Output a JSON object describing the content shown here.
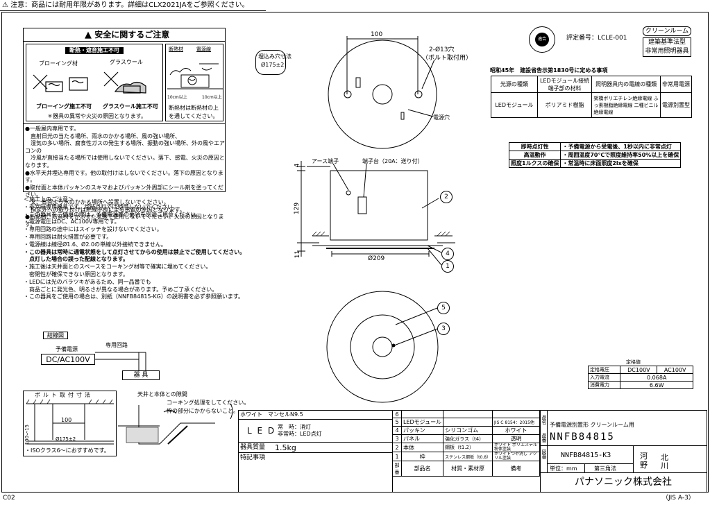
{
  "header": {
    "notice": "⚠ 注意：商品には耐用年限があります。詳細はCLX2021JAをご参照ください。"
  },
  "safety": {
    "title": "安全に関するご注意",
    "warning_label": "断熱・遮音施工不可",
    "blowing_label": "ブローイング材",
    "glasswool_label": "グラスウール",
    "blowing_ng": "ブローイング施工不可",
    "glasswool_ng": "グラスウール施工不可",
    "note": "＊器具の異常や火災の原因となります。",
    "insulation_label": "断熱材",
    "power_label": "電源線",
    "insulation_note1": "断熱材は断熱材の上",
    "insulation_note2": "を通してください。",
    "dim1": "10cm以上",
    "dim2": "10cm以上",
    "lines": [
      "●一般屋内専用です。",
      "　直射日光の当たる場所、雨水のかかる場所、風の強い場所、",
      "　湿気の多い場所、腐食性ガスの発生する場所、振動の強い場所、外の風やエアコンの",
      "　冷風が直接当たる場所では使用しないでください。落下、感電、火災の原因となります。",
      "●水平天井埋込専用です。他の取付けはしないでください。落下の原因となります。",
      "●取付面と本体パッキンのスキマおよびパッキン外周部にシール剤を塗ってください。",
      "　又、背面より水のかかる場所へ設置しないでください。",
      "　指定外への取り付けは絶縁不良による感電の原因となります。",
      "●断熱材、防音材をかぶせた状態で使用しないでください。火災の原因となります。"
    ]
  },
  "construction": {
    "title": "＜施工上のご注意＞",
    "lines": [
      "・非常時専用器具です。常時点灯では使用しないでください。",
      "・この器具をご使用の際は、予備電源等の要領を別途ご用意ください。",
      "・電源電圧はDC、AC100V専用です。",
      "・専用回路の途中にはスイッチを設けないでください。",
      "・専用回路は耐火措置が必要です。",
      "・電源線は線径Ø1.6、Ø2.0の単線以外接続できません。",
      "・この器具は常時に通電状態をして点灯させてからの使用は禁止でご使用してください。",
      "　点灯した場合の誤った配線となります。",
      "・施工後は天井面とのスペースをコーキング材等で確実に埋めてください。",
      "　密閉性が確保できない原因となります。",
      "・LEDには光のバラツキがあるため、同一品番でも",
      "　商品ごとに発光色、明るさが異なる場合があります。予めご了承ください。",
      "・この器具をご使用の場合は、別紙（NNFB84815-KG）の説明書を必ず参照願います。"
    ]
  },
  "wiring": {
    "title": "結線図",
    "power_label": "予備電源",
    "power_value": "DC/AC100V",
    "circuit_label": "専用回路",
    "fixture_label": "器 具"
  },
  "bolt": {
    "title": "ボルト取付寸法",
    "dim_100": "100",
    "dim_v": "100～15",
    "dim_hole": "Ø175±2",
    "iso_note": "・ISOクラス6～におすすめです。",
    "gap_title": "天井と本体との隙間",
    "gap_note1": "コーキング処理をしてください。",
    "gap_note2": "枠の部分にかからないこと。"
  },
  "drawing": {
    "cutout_label1": "埋込み穴寸法",
    "cutout_label2": "Ø175±2",
    "dim_top": "100",
    "hole_label1": "2-Ø13穴",
    "hole_label2": "（ボルト取付用）",
    "power_hole": "電源穴",
    "earth_label": "アース端子",
    "terminal_label": "端子台（20A：送り付）",
    "dim_h1": "4",
    "dim_h2": "129",
    "dim_h3": "11",
    "dim_dia": "Ø209",
    "callouts": [
      "2",
      "4",
      "1",
      "5",
      "3"
    ]
  },
  "cert": {
    "seal_text": "適合",
    "number_label": "評定番号：LCLE-001",
    "tag1": "クリーンルーム",
    "tag2a": "建築基準法型",
    "tag2b": "非常用照明器具"
  },
  "standard": {
    "title": "昭和45年　建設省告示第1830号に定める事項",
    "headers": [
      "光源の種類",
      "LEDモジュール接続端子部の材料",
      "照明器具内の電線の種類",
      "非常用電源"
    ],
    "row": [
      "LEDモジュール",
      "ポリアミド樹脂",
      "架橋ポリエチレン絶縁電線 ふっ素樹脂絶縁電線 二種ビニル絶縁電線",
      "電源別置型"
    ]
  },
  "performance": {
    "rows": [
      [
        "即時点灯性",
        "・予備電源から受電後、1秒以内に非常点灯"
      ],
      [
        "高温動作",
        "・周囲温度70℃で照度維持率50%以上を確保"
      ],
      [
        "照度1ルクスの確保",
        "・常温時に床面照度2lxを確保"
      ]
    ]
  },
  "rating": {
    "title": "定格値",
    "rows": [
      [
        "定格電圧",
        "DC100V",
        "AC100V"
      ],
      [
        "入力電流",
        "0.068A",
        ""
      ],
      [
        "消費電力",
        "6.6W",
        ""
      ]
    ]
  },
  "titleblock": {
    "color_note": "ホワイト　マンセルN9.5",
    "led_label": "L E D",
    "led_mode1": "常　時：消灯",
    "led_mode2": "非常時：LED点灯",
    "weight_label": "器具質量",
    "weight_value": "1.5kg",
    "special_label": "特記事項",
    "parts": [
      [
        "6",
        "",
        "",
        "",
        ""
      ],
      [
        "5",
        "LEDモジュール",
        "",
        "JIS C 8154：2015他",
        ""
      ],
      [
        "4",
        "パッキン",
        "シリコンゴム",
        "ホワイト",
        ""
      ],
      [
        "3",
        "パネル",
        "強化ガラス（t4）",
        "透明",
        ""
      ],
      [
        "2",
        "本体",
        "鋼板（t1.2）",
        "ホワイト ポリエステル粉体塗装",
        ""
      ],
      [
        "1",
        "枠",
        "ステンレス鋼板（t0.8）",
        "ホワイトつや消し アクリル塗装",
        ""
      ]
    ],
    "parts_header": [
      "部番",
      "部品名",
      "材質・素材厚",
      "備考"
    ],
    "name_label": "品名",
    "name_value": "予備電源別置形 クリーンルーム用",
    "model_label": "品番",
    "model_value": "NNFB84815",
    "drawing_label": "図番",
    "drawing_value": "NNFB84815-K3",
    "unit_label": "単位：mm",
    "angle_label": "第三角法",
    "sign1": "河",
    "sign2": "野",
    "sign3": "北",
    "sign4": "川",
    "company": "パナソニック株式会社"
  },
  "footer": {
    "left": "C02",
    "right": "（JIS A-3）"
  }
}
